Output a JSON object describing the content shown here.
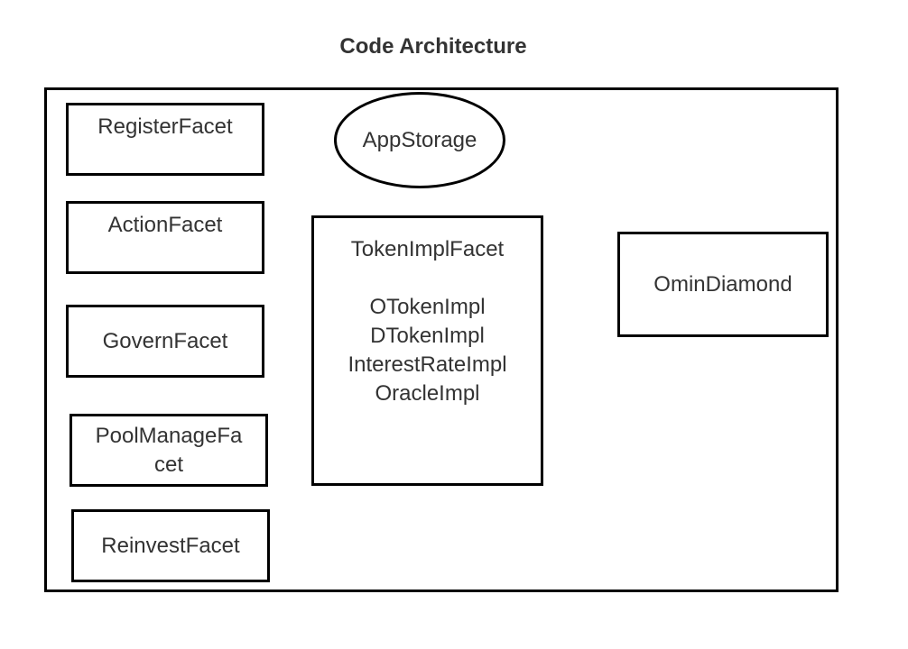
{
  "title": "Code Architecture",
  "facets": [
    {
      "label": "RegisterFacet"
    },
    {
      "label": "ActionFacet"
    },
    {
      "label": "GovernFacet"
    },
    {
      "label": "PoolManageFacet"
    },
    {
      "label": "ReinvestFacet"
    }
  ],
  "storage": {
    "label": "AppStorage"
  },
  "token_impl": {
    "title": "TokenImplFacet",
    "items": [
      "OTokenImpl",
      "DTokenImpl",
      "InterestRateImpl",
      "OracleImpl"
    ]
  },
  "diamond": {
    "label": "OminDiamond"
  }
}
